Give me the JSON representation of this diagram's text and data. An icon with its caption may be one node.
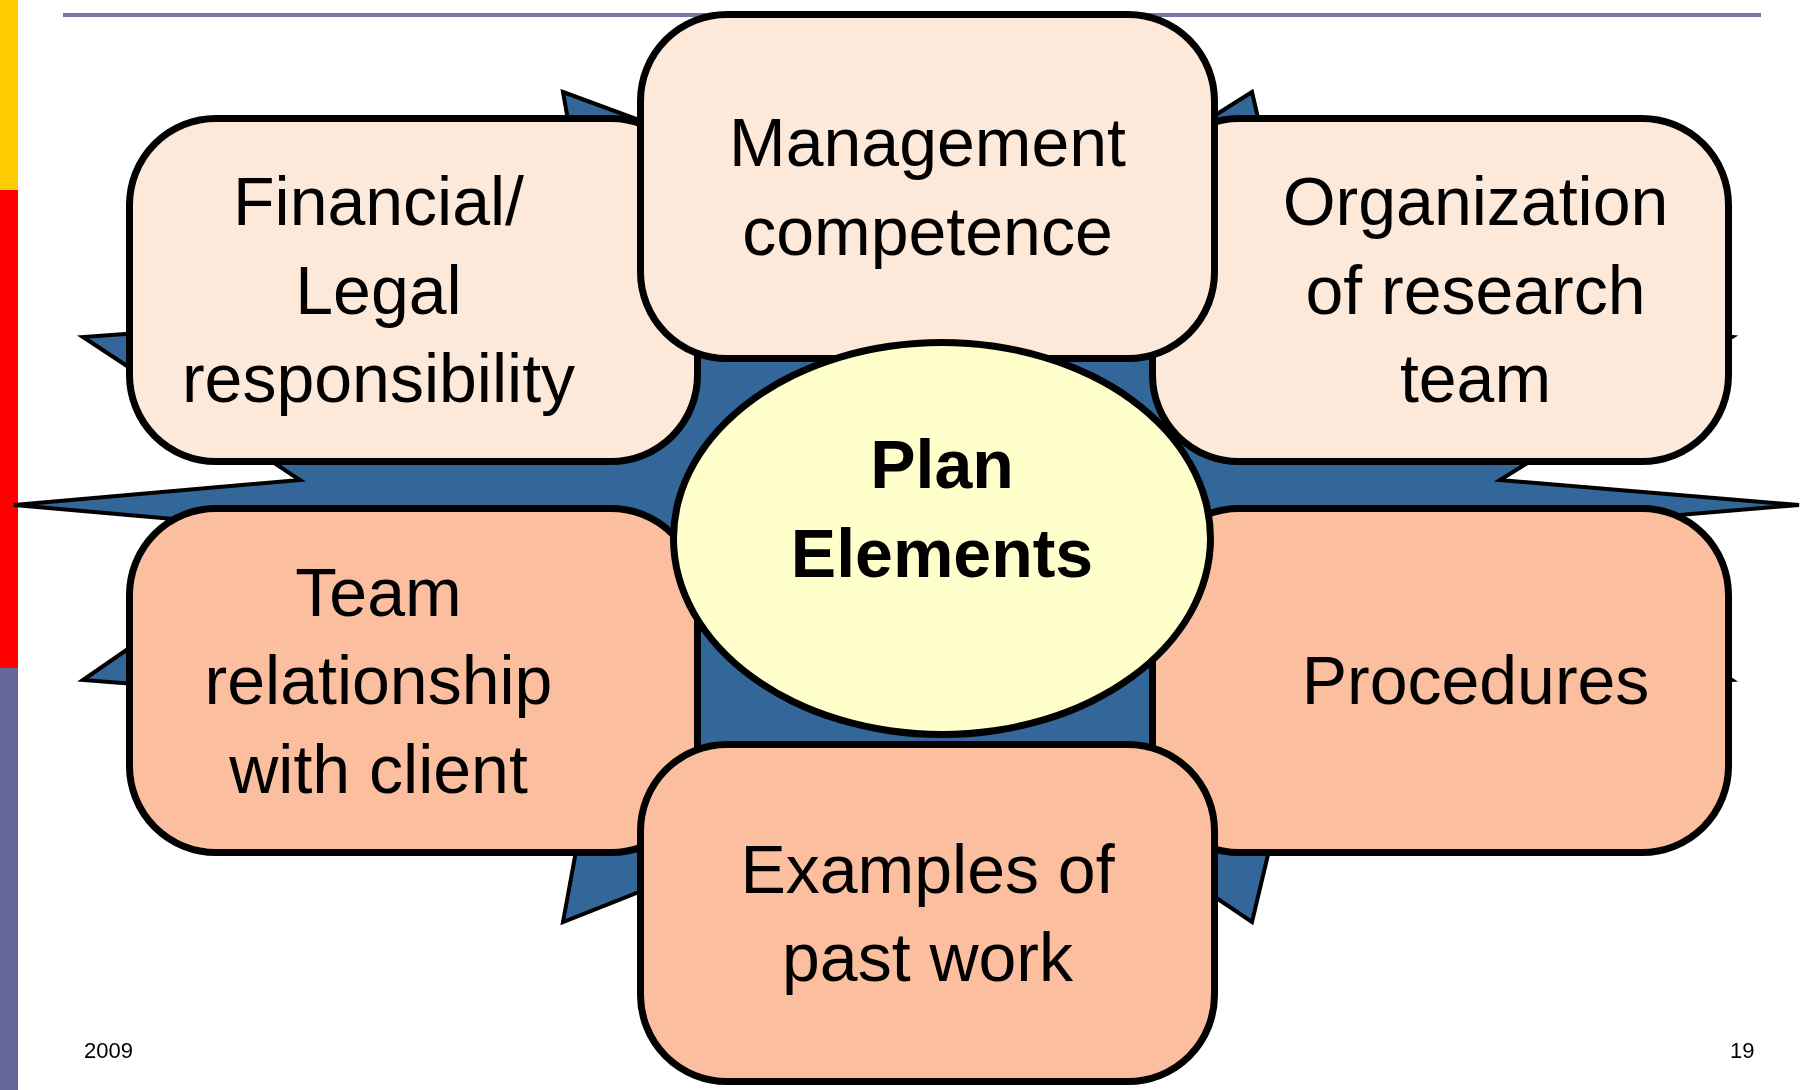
{
  "diagram": {
    "nodes": [
      {
        "text": [
          "Management competence"
        ]
      },
      {
        "text": [
          "Financial/ Legal responsibility"
        ]
      },
      {
        "text": [
          "Organization of research team"
        ]
      },
      {
        "text": [
          "Plan Elements"
        ]
      },
      {
        "text": [
          "Team relationship with client"
        ]
      },
      {
        "text": [
          "Procedures"
        ]
      },
      {
        "text": [
          "Examples of past work"
        ]
      }
    ],
    "labels": [
      "2009",
      "19"
    ]
  }
}
